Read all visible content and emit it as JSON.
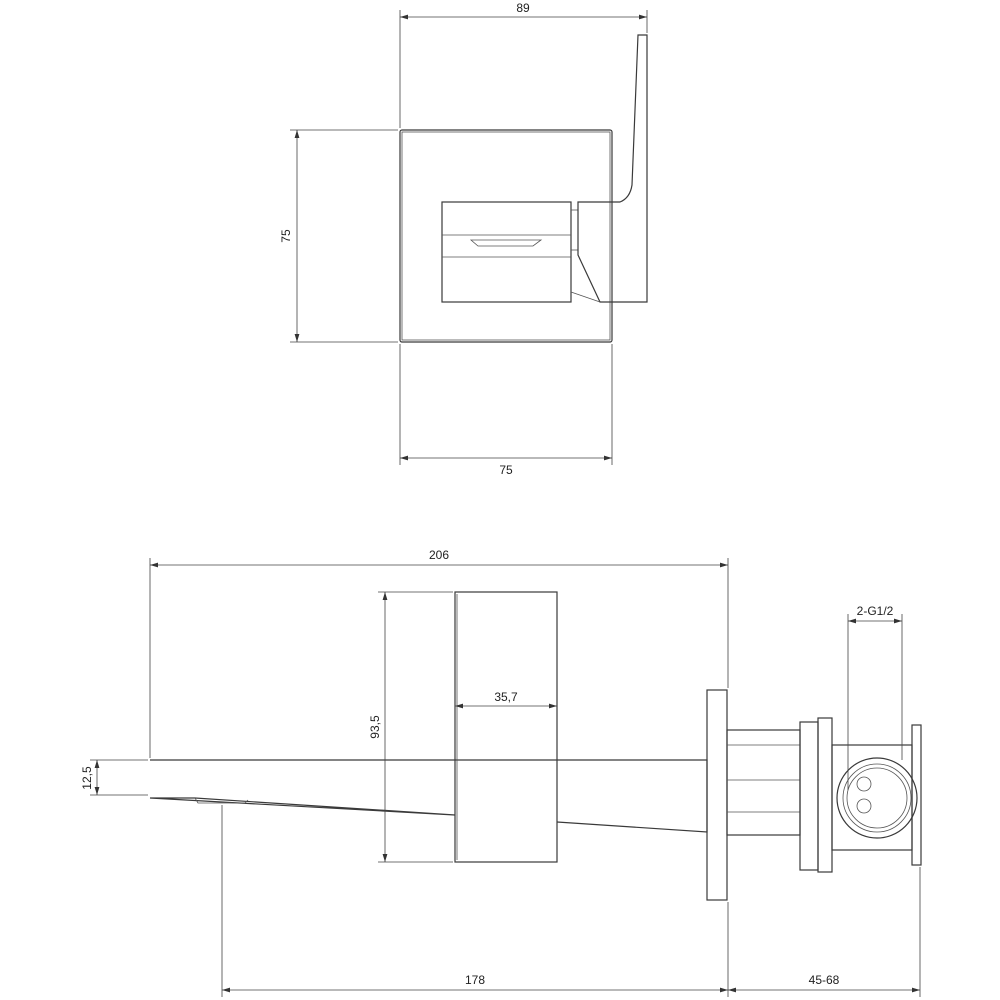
{
  "top_view": {
    "width_overall": "89",
    "plate_height": "75",
    "plate_width": "75"
  },
  "side_view": {
    "total_length": "206",
    "body_height": "93,5",
    "body_width": "35,7",
    "spout_height": "12,5",
    "projection": "178",
    "wall_depth": "45-68",
    "connection": "2-G1/2"
  }
}
